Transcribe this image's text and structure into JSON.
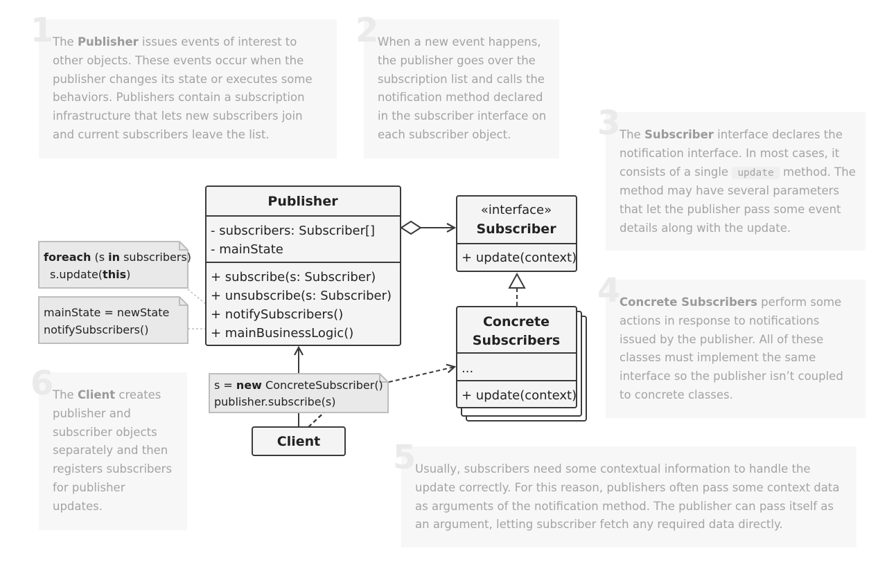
{
  "annotations": [
    {
      "number": "1",
      "parts": [
        {
          "t": "The "
        },
        {
          "t": "Publisher",
          "b": true
        },
        {
          "t": " issues events of interest to other objects. These events occur when the publisher changes its state or executes some behaviors. Publishers contain a subscription infrastructure that lets new subscribers join and current subscribers leave the list."
        }
      ]
    },
    {
      "number": "2",
      "parts": [
        {
          "t": "When a new event happens, the publisher goes over the subscription list and calls the notification method declared in the subscriber interface on each subscriber object."
        }
      ]
    },
    {
      "number": "3",
      "parts": [
        {
          "t": "The "
        },
        {
          "t": "Subscriber",
          "b": true
        },
        {
          "t": " interface declares the notification interface. In most cases, it consists of a single "
        },
        {
          "t": "update",
          "code": true
        },
        {
          "t": " method. The method may have several parameters that let the publisher pass some event details along with the update."
        }
      ]
    },
    {
      "number": "4",
      "parts": [
        {
          "t": "Concrete Subscribers",
          "b": true
        },
        {
          "t": " perform some actions in response to notifications issued by the publisher. All of these classes must implement the same interface so the publisher isn’t coupled to concrete classes."
        }
      ]
    },
    {
      "number": "5",
      "parts": [
        {
          "t": "Usually, subscribers need some contextual information to handle the update correctly. For this reason, publishers often pass some context data as arguments of the notification method. The publisher can pass itself as an argument, letting subscriber fetch any required data directly."
        }
      ]
    },
    {
      "number": "6",
      "parts": [
        {
          "t": "The "
        },
        {
          "t": "Client",
          "b": true
        },
        {
          "t": " creates publisher and subscriber objects separately and then registers subscribers for publisher updates."
        }
      ]
    }
  ],
  "uml": {
    "publisher": {
      "title": "Publisher",
      "fields": [
        "- subscribers: Subscriber[]",
        "- mainState"
      ],
      "methods": [
        "+ subscribe(s: Subscriber)",
        "+ unsubscribe(s: Subscriber)",
        "+ notifySubscribers()",
        "+ mainBusinessLogic()"
      ]
    },
    "subscriber": {
      "stereotype": "«interface»",
      "title": "Subscriber",
      "methods": [
        "+ update(context)"
      ]
    },
    "concrete": {
      "title_line1": "Concrete",
      "title_line2": "Subscribers",
      "fields": [
        "..."
      ],
      "methods": [
        "+ update(context)"
      ]
    },
    "client": {
      "title": "Client"
    },
    "notes": {
      "foreach": {
        "kw1": "foreach",
        "mid1": " (s ",
        "kw2": "in",
        "mid2": " subscribers)",
        "line2a": "s.update(",
        "kw3": "this",
        "line2b": ")"
      },
      "state": {
        "line1": "mainState = newState",
        "line2": "notifySubscribers()"
      },
      "client": {
        "pre": "s = ",
        "kw": "new",
        "post": " ConcreteSubscriber()",
        "line2": "publisher.subscribe(s)"
      }
    }
  },
  "colors": {
    "box_fill": "#f4f4f4",
    "stroke": "#3a3a3a",
    "note_fill": "#e9e9e9",
    "note_stroke": "#bdbdbd",
    "panel_bg": "#f7f7f7",
    "panel_text": "#a3a3a3"
  }
}
